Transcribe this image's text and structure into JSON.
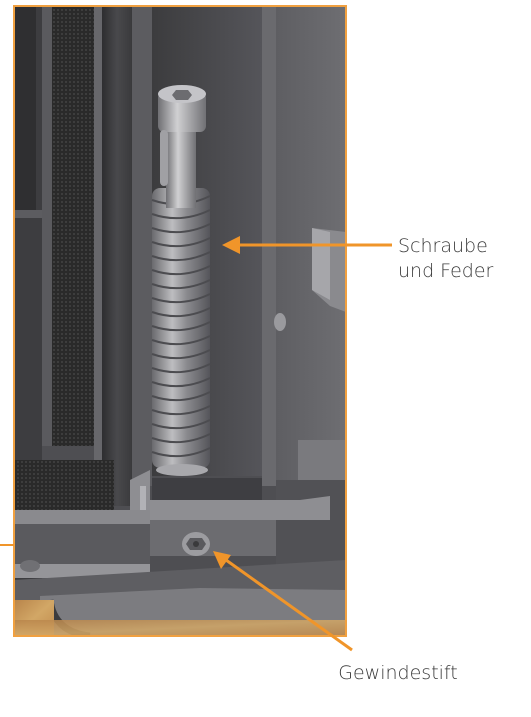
{
  "callouts": {
    "screw_spring": {
      "line1": "Schraube",
      "line2": "und Feder"
    },
    "set_screw": {
      "text": "Gewindestift"
    }
  },
  "colors": {
    "frame": "#f0a040",
    "callout_arrow": "#f0952a",
    "label_text": "#3a3a3a",
    "panel_dark": "#4a4a4c",
    "wood_floor": "#c89a5a"
  },
  "icons": {
    "screw": "socket-head-cap-screw",
    "spring": "compression-spring",
    "set_screw": "hex-set-screw"
  }
}
